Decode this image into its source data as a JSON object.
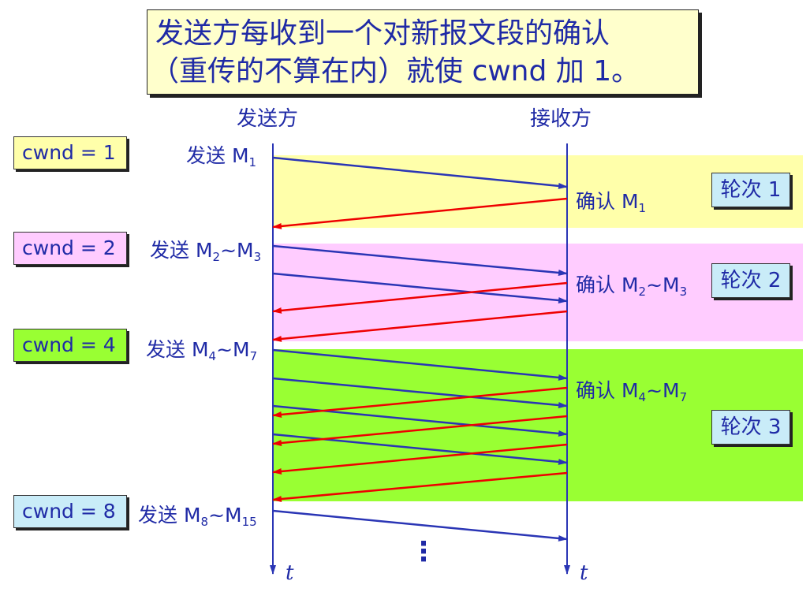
{
  "title": {
    "line1": "发送方每收到一个对新报文段的确认",
    "line2": "（重传的不算在内）就使 cwnd 加 1。"
  },
  "columns": {
    "sender": "发送方",
    "receiver": "接收方"
  },
  "cwnd_labels": [
    "cwnd = 1",
    "cwnd = 2",
    "cwnd = 4",
    "cwnd = 8"
  ],
  "send_labels": [
    {
      "prefix": "发送 M",
      "a": "1",
      "sep": "",
      "b": ""
    },
    {
      "prefix": "发送 M",
      "a": "2",
      "sep": "~M",
      "b": "3"
    },
    {
      "prefix": "发送 M",
      "a": "4",
      "sep": "~M",
      "b": "7"
    },
    {
      "prefix": "发送 M",
      "a": "8",
      "sep": "~M",
      "b": "15"
    }
  ],
  "ack_labels": [
    {
      "prefix": "确认 M",
      "a": "1",
      "sep": "",
      "b": ""
    },
    {
      "prefix": "确认 M",
      "a": "2",
      "sep": "~M",
      "b": "3"
    },
    {
      "prefix": "确认 M",
      "a": "4",
      "sep": "~M",
      "b": "7"
    }
  ],
  "rounds": [
    "轮次 1",
    "轮次 2",
    "轮次 3"
  ],
  "time_axis": "t",
  "ellipsis": "⋮",
  "colors": {
    "text": "#1f2aa6",
    "send_arrow": "#2a35b5",
    "ack_arrow": "#ee0000",
    "round1_bg": "#ffffaa",
    "round2_bg": "#ffccff",
    "round3_bg": "#99ff33",
    "cwnd8_bg": "#c9ecf8"
  }
}
